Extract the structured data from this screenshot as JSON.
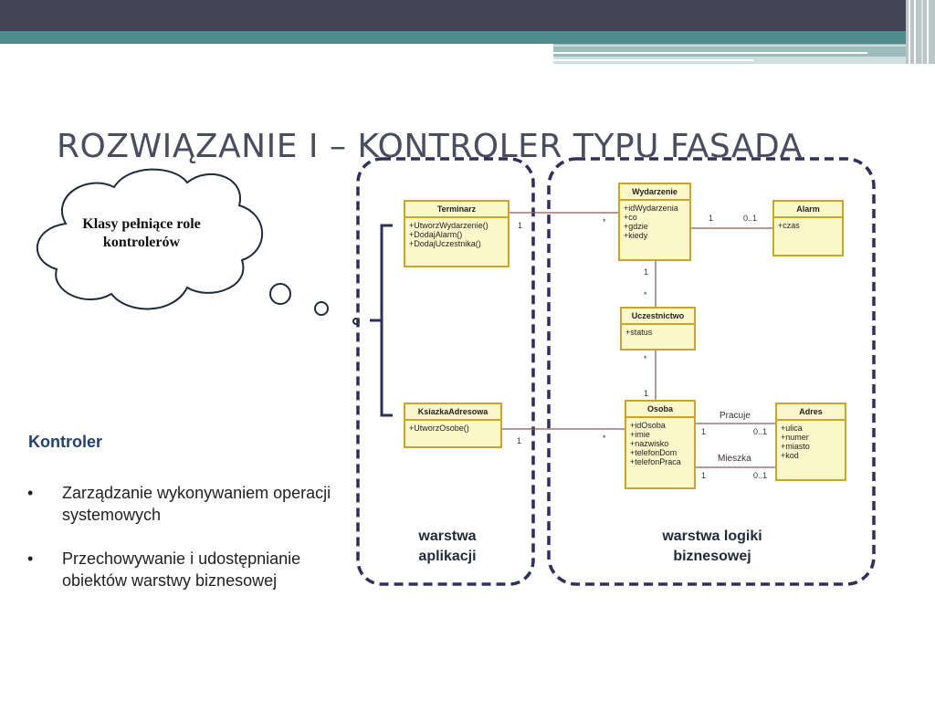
{
  "slide": {
    "title": "ROZWIĄZANIE I – KONTROLER TYPU FASADA",
    "cloud_text": "Klasy pełniące role kontrolerów",
    "controller": {
      "heading": "Kontroler",
      "bullets": [
        "Zarządzanie wykonywaniem operacji systemowych",
        "Przechowywanie i udostępnianie obiektów warstwy biznesowej"
      ]
    },
    "layers": {
      "application": "warstwa aplikacji",
      "business": "warstwa logiki biznesowej"
    },
    "colors": {
      "top_bar": "#434556",
      "accent": "#4f8c8d",
      "class_fill": "#fdf8c9",
      "class_border": "#c9a52c",
      "dashed_border": "#2f2f5a",
      "heading": "#24416b"
    }
  },
  "uml": {
    "classes": {
      "terminarz": {
        "name": "Terminarz",
        "members": [
          "+UtworzWydarzenie()",
          "+DodajAlarm()",
          "+DodajUczestnika()"
        ]
      },
      "ksiazka": {
        "name": "KsiazkaAdresowa",
        "members": [
          "+UtworzOsobe()"
        ]
      },
      "wydarzenie": {
        "name": "Wydarzenie",
        "members": [
          "+idWydarzenia",
          "+co",
          "+gdzie",
          "+kiedy"
        ]
      },
      "alarm": {
        "name": "Alarm",
        "members": [
          "+czas"
        ]
      },
      "uczestnictwo": {
        "name": "Uczestnictwo",
        "members": [
          "+status"
        ]
      },
      "osoba": {
        "name": "Osoba",
        "members": [
          "+idOsoba",
          "+imie",
          "+nazwisko",
          "+telefonDom",
          "+telefonPraca"
        ]
      },
      "adres": {
        "name": "Adres",
        "members": [
          "+ulica",
          "+numer",
          "+miasto",
          "+kod"
        ]
      }
    },
    "multiplicities": {
      "terminarz_wydarzenie_1": "1",
      "terminarz_wydarzenie_many": "*",
      "wydarzenie_alarm_1": "1",
      "wydarzenie_alarm_01": "0..1",
      "wydarzenie_uczestnictwo_1": "1",
      "wydarzenie_uczestnictwo_many": "*",
      "uczestnictwo_osoba_many": "*",
      "uczestnictwo_osoba_1": "1",
      "ksiazka_osoba_1": "1",
      "ksiazka_osoba_many": "*",
      "pracuje_1": "1",
      "pracuje_01": "0..1",
      "mieszka_1": "1",
      "mieszka_01": "0..1"
    },
    "associations": {
      "pracuje": "Pracuje",
      "mieszka": "Mieszka"
    }
  }
}
